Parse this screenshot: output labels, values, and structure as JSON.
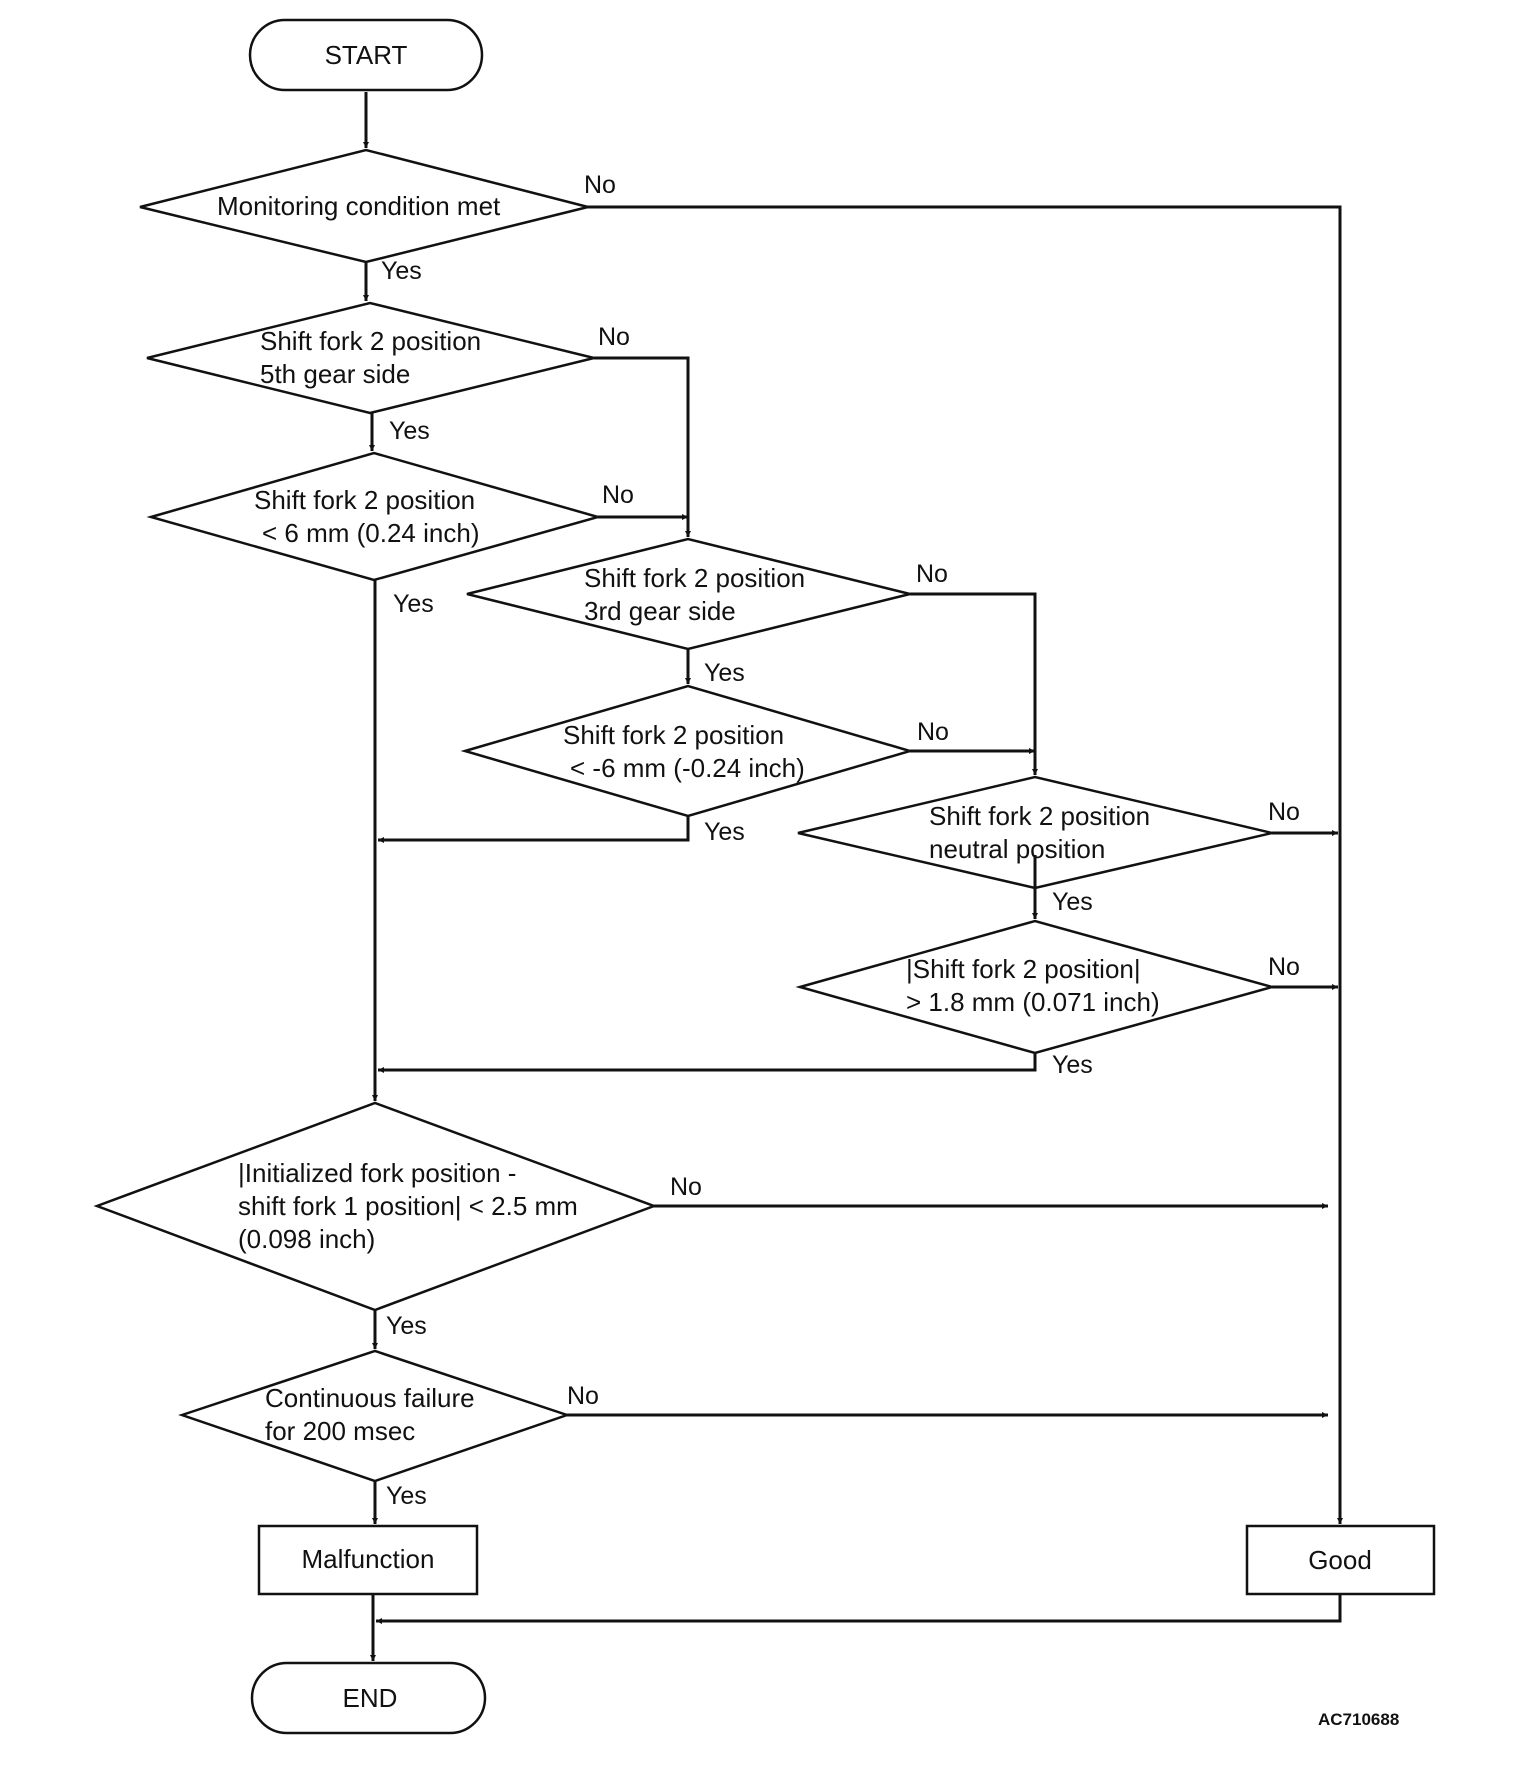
{
  "start": "START",
  "end": "END",
  "decisions": {
    "monitoring": [
      "Monitoring condition met"
    ],
    "fork5th": [
      "Shift fork 2 position",
      "5th gear side"
    ],
    "lt6": [
      "Shift fork 2 position",
      "< 6 mm (0.24 inch)"
    ],
    "fork3rd": [
      "Shift fork 2 position",
      "3rd gear side"
    ],
    "ltm6": [
      "Shift fork 2 position",
      "< -6 mm (-0.24 inch)"
    ],
    "neutral": [
      "Shift fork 2 position",
      "neutral position"
    ],
    "abs18": [
      "|Shift fork 2 position|",
      "> 1.8 mm (0.071 inch)"
    ],
    "init": [
      "|Initialized fork position -",
      "shift fork 1 position| < 2.5 mm",
      "(0.098 inch)"
    ],
    "continuous": [
      "Continuous failure",
      "for 200 msec"
    ]
  },
  "results": {
    "malfunction": "Malfunction",
    "good": "Good"
  },
  "yes": "Yes",
  "no": "No",
  "ref": "AC710688"
}
